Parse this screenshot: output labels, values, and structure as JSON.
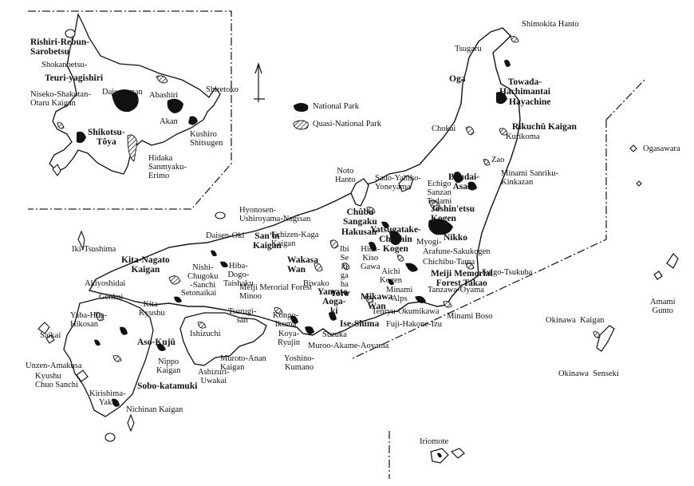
{
  "legend": {
    "national_park": "National Park",
    "quasi_national_park": "Quasi-National Park"
  },
  "labels": {
    "rishiri": "Rishiri-Rebun-\nSarobetsu",
    "shokanbetsu": "Shokanbetsu-",
    "teuri": "Teuri-yagishiri",
    "niseko": "Niseko-Shakotan-\nOtaru Kaigan",
    "shikotsu": "Shikotsu-\nTôya",
    "daisetsuzan": "Daisetsuzan",
    "abashiri": "Abashiri",
    "shiretoko": "Shiretoko",
    "akan": "Akan",
    "kushiro": "Kushiro\nShitsugen",
    "hidaka": "Hidaka\nSanmyaku-\nErimo",
    "shimokita": "Shimokita Hanto",
    "tsugaru": "Tsugaru",
    "oga": "Oga",
    "towada": "Towada-\nHachimantai",
    "hayachine": "Hayachine",
    "rikuchu": "Rikuchû Kaigan",
    "kurikoma": "Kurikoma",
    "chokai": "Chokai",
    "ogasawara": "Ogasawara",
    "zao": "Zao",
    "minami_sanriku": "Minami Sanriku-\nKinkazan",
    "bandai": "Bandai-\nAsahi",
    "noto": "Noto\nHanto",
    "sado": "Sado-Yahiko-\nYoneyama",
    "echigo": "Echigo\nSanzan\nTadami",
    "joshinetsu": "Jôshin'etsu\nKogen",
    "hyonosen": "Hyonosen-\nUshiroyama-Nagisan",
    "chubu_sangaku": "Chûbu\nSangaku",
    "hakusan": "Hakusan",
    "yatsugatake": "Yatsugatake-\nChushin\nKogen",
    "myogi": "Myogi-",
    "nikko": "Nikko",
    "arafune": "Arafune-Sakukogen",
    "chichibu": "Chichibu-Tama",
    "iki": "Iki-Tsushima",
    "daisen": "Daisen-Oki",
    "sanin": "San'in\nKaigan",
    "echizen": "Echizen-Kaga\nKaigan",
    "wakasa": "Wakasa\nWan",
    "ibi": "Ibi\nSe\nki\nga\nha\nra",
    "hida_kiso": "Hida-\nKiso\nGawa",
    "aichi": "Aichi\nKogen",
    "meiji_memorial_forest_takao": "Meiji Memorial\nForest Takao",
    "suigo": "Suigo-Tsukuba",
    "kita_nagato": "Kita-Nagato\nKaigan",
    "akiyoshidai": "Akiyoshidai",
    "nishi_chugoku": "Nishi-\nChugoku\n-Sanchi",
    "hiba": "Hiba-\nDogo-\nTaishaku",
    "meiji_minoo": "Meiji Merorial Forest\nMinoo",
    "biwako": "Biwako",
    "yamato": "Yamato-\nAoga-\nki",
    "yoro": "Yoro",
    "mikawa": "Mikawa\nWan",
    "minami_alps": "Minami\nAlps",
    "tanzawa": "Tanzawa-Oyama",
    "genkai": "Genkai",
    "setonaikai": "Setonaikai",
    "kita_kyushu": "Kita-\nKyushu",
    "yaba": "Yaba-Hita-\nHikosan",
    "tsurugisan": "Tsurugi-\nsan",
    "kongo": "Kongo-\nIkoma",
    "koya": "Koya-\nRyujin",
    "ise": "Ise-Shima",
    "tenryu": "Tenryu-Okumikawa",
    "fuji": "Fuji-Hakone-Izu",
    "minami_boso": "Minami Boso",
    "saikai": "Saikai",
    "aso": "Aso-Kujû",
    "ishizuchi": "Ishizuchi",
    "suzuka": "Suzuka",
    "muroo": "Muroo-Akame-Aoyama",
    "okinawa_kaigan": "Okinawa  Kaigan",
    "amami": "Amami\nGunto",
    "unzen": "Unzen-Amakusa",
    "kyushu_chuo": "Kyushu\nChuo Sanchi",
    "nippo": "Nippo\nKaigan",
    "ashizuri": "Ashizuri-\nUwakai",
    "muroto": "Muroto-Anan\nKaigan",
    "yoshino": "Yoshino-\nKumano",
    "okinawa_senseki": "Okinawa  Senseki",
    "sobo": "Sobo-katamuki",
    "kirishima": "Kirishima-\nYaku",
    "nichinan": "Nichinan Kaigan",
    "iriomote": "Iriomote"
  }
}
